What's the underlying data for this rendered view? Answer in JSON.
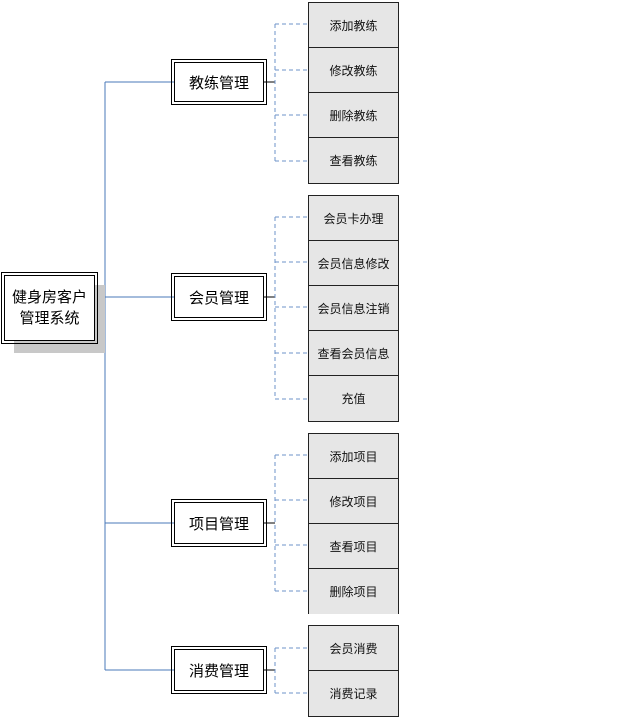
{
  "root": {
    "line1": "健身房客户",
    "line2": "管理系统"
  },
  "categories": [
    {
      "label": "教练管理",
      "items": [
        "添加教练",
        "修改教练",
        "删除教练",
        "查看教练"
      ]
    },
    {
      "label": "会员管理",
      "items": [
        "会员卡办理",
        "会员信息修改",
        "会员信息注销",
        "查看会员信息",
        "充值"
      ]
    },
    {
      "label": "项目管理",
      "items": [
        "添加项目",
        "修改项目",
        "查看项目",
        "删除项目"
      ]
    },
    {
      "label": "消费管理",
      "items": [
        "会员消费",
        "消费记录"
      ]
    }
  ],
  "colors": {
    "solid_line": "#4a78b8",
    "dashed_line": "#6e93c8",
    "leaf_fill": "#e6e6e6",
    "shadow": "#c8c8c8"
  }
}
